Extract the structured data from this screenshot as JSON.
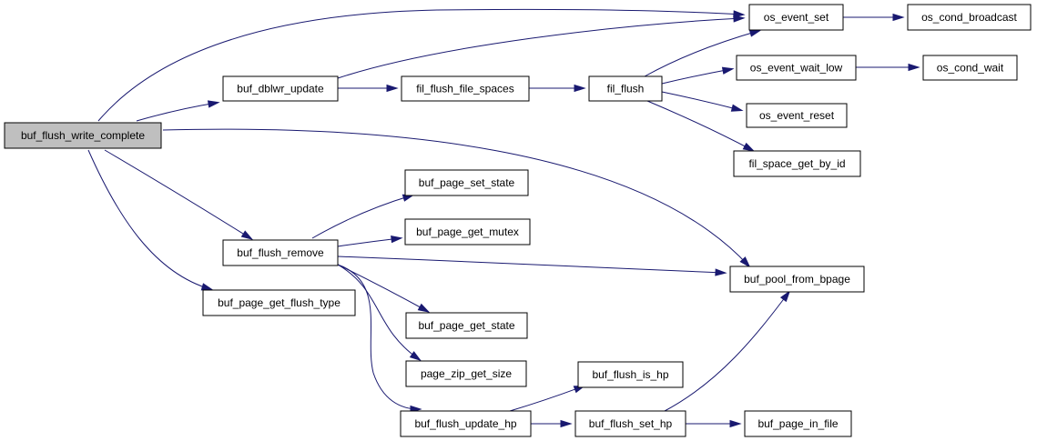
{
  "graph": {
    "colors": {
      "edge": "#191970",
      "node_fill": "#ffffff",
      "root_fill": "#bfbfbf",
      "node_border": "#000000"
    },
    "nodes": [
      {
        "id": "buf_flush_write_complete",
        "label": "buf_flush_write_complete",
        "root": true
      },
      {
        "id": "buf_dblwr_update",
        "label": "buf_dblwr_update"
      },
      {
        "id": "fil_flush_file_spaces",
        "label": "fil_flush_file_spaces"
      },
      {
        "id": "fil_flush",
        "label": "fil_flush"
      },
      {
        "id": "os_event_set",
        "label": "os_event_set"
      },
      {
        "id": "os_cond_broadcast",
        "label": "os_cond_broadcast"
      },
      {
        "id": "os_event_wait_low",
        "label": "os_event_wait_low"
      },
      {
        "id": "os_cond_wait",
        "label": "os_cond_wait"
      },
      {
        "id": "os_event_reset",
        "label": "os_event_reset"
      },
      {
        "id": "fil_space_get_by_id",
        "label": "fil_space_get_by_id"
      },
      {
        "id": "buf_flush_remove",
        "label": "buf_flush_remove"
      },
      {
        "id": "buf_page_set_state",
        "label": "buf_page_set_state"
      },
      {
        "id": "buf_page_get_mutex",
        "label": "buf_page_get_mutex"
      },
      {
        "id": "buf_pool_from_bpage",
        "label": "buf_pool_from_bpage"
      },
      {
        "id": "buf_page_get_flush_type",
        "label": "buf_page_get_flush_type"
      },
      {
        "id": "buf_page_get_state",
        "label": "buf_page_get_state"
      },
      {
        "id": "page_zip_get_size",
        "label": "page_zip_get_size"
      },
      {
        "id": "buf_flush_is_hp",
        "label": "buf_flush_is_hp"
      },
      {
        "id": "buf_flush_update_hp",
        "label": "buf_flush_update_hp"
      },
      {
        "id": "buf_flush_set_hp",
        "label": "buf_flush_set_hp"
      },
      {
        "id": "buf_page_in_file",
        "label": "buf_page_in_file"
      }
    ],
    "edges": [
      {
        "from": "buf_flush_write_complete",
        "to": "buf_dblwr_update"
      },
      {
        "from": "buf_flush_write_complete",
        "to": "os_event_set"
      },
      {
        "from": "buf_flush_write_complete",
        "to": "buf_pool_from_bpage"
      },
      {
        "from": "buf_flush_write_complete",
        "to": "buf_flush_remove"
      },
      {
        "from": "buf_flush_write_complete",
        "to": "buf_page_get_flush_type"
      },
      {
        "from": "buf_dblwr_update",
        "to": "os_event_set"
      },
      {
        "from": "buf_dblwr_update",
        "to": "fil_flush_file_spaces"
      },
      {
        "from": "fil_flush_file_spaces",
        "to": "fil_flush"
      },
      {
        "from": "fil_flush",
        "to": "os_event_set"
      },
      {
        "from": "fil_flush",
        "to": "os_event_wait_low"
      },
      {
        "from": "fil_flush",
        "to": "os_event_reset"
      },
      {
        "from": "fil_flush",
        "to": "fil_space_get_by_id"
      },
      {
        "from": "os_event_set",
        "to": "os_cond_broadcast"
      },
      {
        "from": "os_event_wait_low",
        "to": "os_cond_wait"
      },
      {
        "from": "buf_flush_remove",
        "to": "buf_page_set_state"
      },
      {
        "from": "buf_flush_remove",
        "to": "buf_page_get_mutex"
      },
      {
        "from": "buf_flush_remove",
        "to": "buf_pool_from_bpage"
      },
      {
        "from": "buf_flush_remove",
        "to": "buf_page_get_state"
      },
      {
        "from": "buf_flush_remove",
        "to": "page_zip_get_size"
      },
      {
        "from": "buf_flush_remove",
        "to": "buf_flush_update_hp"
      },
      {
        "from": "buf_flush_update_hp",
        "to": "buf_flush_is_hp"
      },
      {
        "from": "buf_flush_update_hp",
        "to": "buf_flush_set_hp"
      },
      {
        "from": "buf_flush_set_hp",
        "to": "buf_pool_from_bpage"
      },
      {
        "from": "buf_flush_set_hp",
        "to": "buf_page_in_file"
      }
    ]
  }
}
